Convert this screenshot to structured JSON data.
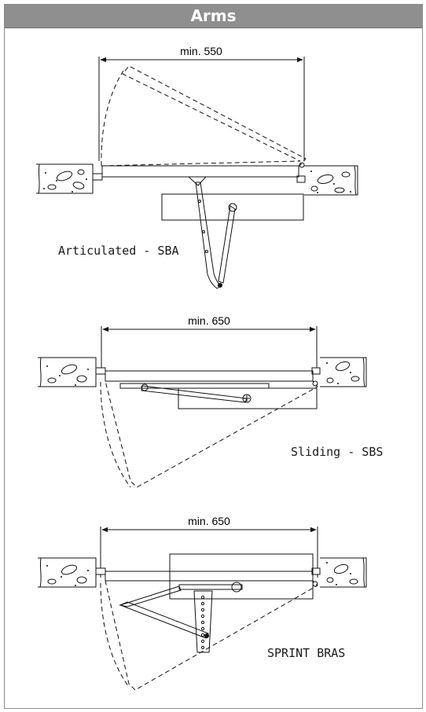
{
  "header": {
    "title": "Arms"
  },
  "diagrams": [
    {
      "dimension": "min. 550",
      "caption": "Articulated - SBA"
    },
    {
      "dimension": "min. 650",
      "caption": "Sliding - SBS"
    },
    {
      "dimension": "min. 650",
      "caption": "SPRINT BRAS"
    }
  ],
  "colors": {
    "header_bg": "#8f8f8f",
    "header_text": "#ffffff",
    "line": "#111111"
  }
}
